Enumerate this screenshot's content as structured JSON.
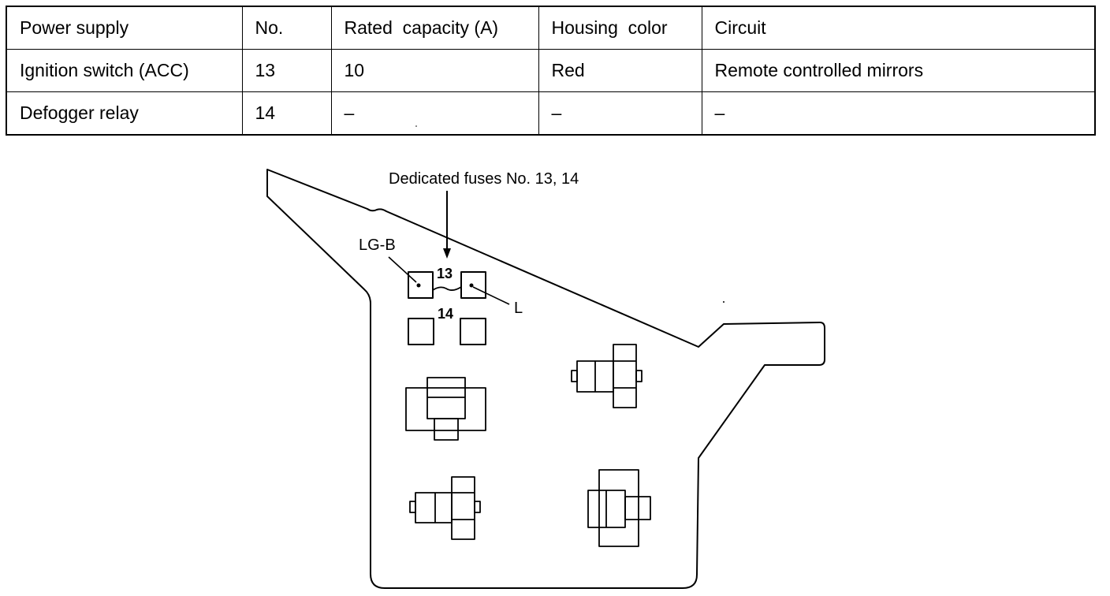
{
  "table": {
    "headers": [
      "Power supply",
      "No.",
      "Rated  capacity (A)",
      "Housing  color",
      "Circuit"
    ],
    "rows": [
      [
        "Ignition switch (ACC)",
        "13",
        "10",
        "Red",
        "Remote controlled mirrors"
      ],
      [
        "Defogger relay",
        "14",
        "–",
        "–",
        "–"
      ]
    ]
  },
  "diagram": {
    "callout": "Dedicated fuses No. 13, 14",
    "fuse_13_label": "13",
    "fuse_14_label": "14",
    "wire_left": "LG-B",
    "wire_right": "L"
  }
}
